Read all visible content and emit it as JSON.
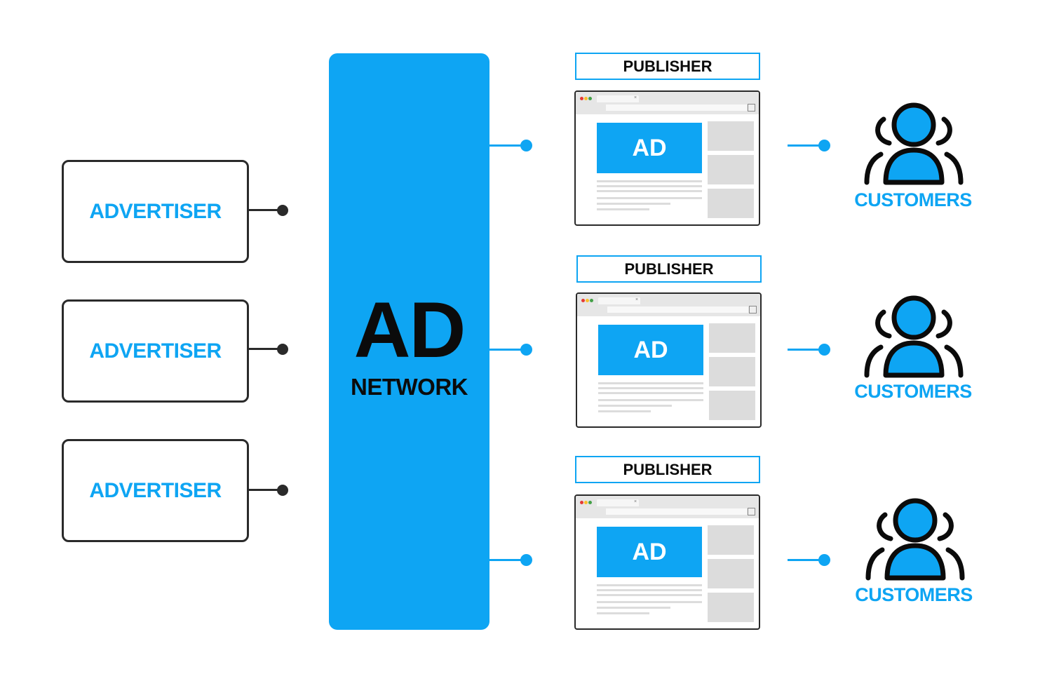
{
  "advertisers": [
    {
      "label": "ADVERTISER"
    },
    {
      "label": "ADVERTISER"
    },
    {
      "label": "ADVERTISER"
    }
  ],
  "network": {
    "big": "AD",
    "small": "NETWORK"
  },
  "publishers": [
    {
      "label": "PUBLISHER",
      "ad_text": "AD",
      "customers_label": "CUSTOMERS"
    },
    {
      "label": "PUBLISHER",
      "ad_text": "AD",
      "customers_label": "CUSTOMERS"
    },
    {
      "label": "PUBLISHER",
      "ad_text": "AD",
      "customers_label": "CUSTOMERS"
    }
  ],
  "colors": {
    "accent": "#0ea5f3",
    "dark": "#2a2a2a"
  }
}
